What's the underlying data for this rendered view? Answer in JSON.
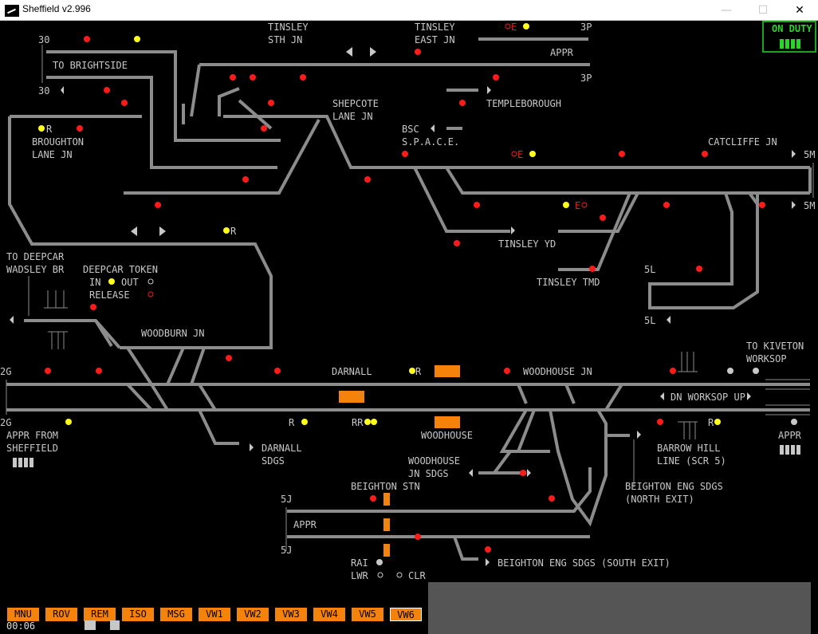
{
  "window": {
    "title": "Sheffield v2.996",
    "minimize": "—",
    "maximize": "☐",
    "close": "✕"
  },
  "status": {
    "on_duty": "ON DUTY",
    "clock": "00:06"
  },
  "labels": {
    "n30a": "30",
    "n30b": "30",
    "to_brightside": "TO BRIGHTSIDE",
    "tinsley_sth_jn": "TINSLEY\nSTH JN",
    "tinsley_east_jn": "TINSLEY\nEAST JN",
    "p3a": "3P",
    "p3b": "3P",
    "appr_top": "APPR",
    "templeborough": "TEMPLEBOROUGH",
    "shepcote": "SHEPCOTE\nLANE JN",
    "bsc": "BSC\nS.P.A.C.E.",
    "broughton": "BROUGHTON\nLANE JN",
    "catcliffe": "CATCLIFFE JN",
    "m5a": "5M",
    "m5b": "5M",
    "tinsley_yd": "TINSLEY YD",
    "tinsley_tmd": "TINSLEY TMD",
    "to_deepcar": "TO DEEPCAR\nWADSLEY BR",
    "deepcar_token": "DEEPCAR TOKEN",
    "in": "IN",
    "out": "OUT",
    "release": "RELEASE",
    "l5a": "5L",
    "l5b": "5L",
    "woodburn": "WOODBURN JN",
    "to_kiveton": "TO KIVETON\nWORKSOP",
    "g2a": "2G",
    "g2b": "2G",
    "darnall": "DARNALL",
    "woodhouse_jn": "WOODHOUSE JN",
    "dn_up": "DN WORKSOP UP",
    "appr_from": "APPR FROM\nSHEFFIELD",
    "darnall_sdgs": "DARNALL\nSDGS",
    "woodhouse": "WOODHOUSE",
    "barrow_hill": "BARROW HILL\nLINE (SCR 5)",
    "appr_right": "APPR",
    "woodhouse_jn_sdgs": "WOODHOUSE\nJN SDGS",
    "beighton_stn": "BEIGHTON STN",
    "beighton_north": "BEIGHTON ENG SDGS\n(NORTH EXIT)",
    "j5a": "5J",
    "j5b": "5J",
    "appr_5j": "APPR",
    "beighton_south": "BEIGHTON ENG SDGS (SOUTH EXIT)",
    "rai": "RAI",
    "lwr": "LWR",
    "clr": "CLR",
    "r1": "R",
    "r2": "R",
    "r3": "R",
    "r4": "R",
    "r5": "R",
    "rr": "RR",
    "e1": "E",
    "e2": "E",
    "e3": "E"
  },
  "function_keys": [
    "MNU",
    "ROV",
    "REM",
    "ISO",
    "MSG",
    "VW1",
    "VW2",
    "VW3",
    "VW4",
    "VW5",
    "VW6"
  ],
  "colors": {
    "track": "#8c8c8c",
    "signal_red": "#ff1a1a",
    "signal_yellow": "#ffff1a",
    "occupied": "#f5820a",
    "on_duty": "#2bd42b"
  }
}
